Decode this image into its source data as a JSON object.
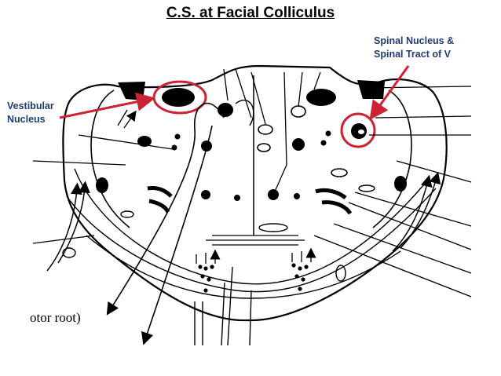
{
  "title": "C.S. at Facial Colliculus",
  "labels": {
    "spinal_nucleus_line1": "Spinal Nucleus &",
    "spinal_nucleus_line2": "Spinal Tract of V",
    "vestibular_line1": "Vestibular",
    "vestibular_line2": "Nucleus",
    "motor_root": "otor root)"
  },
  "colors": {
    "label_text": "#1f3c73",
    "highlight": "#cc2233",
    "ink": "#000000"
  }
}
